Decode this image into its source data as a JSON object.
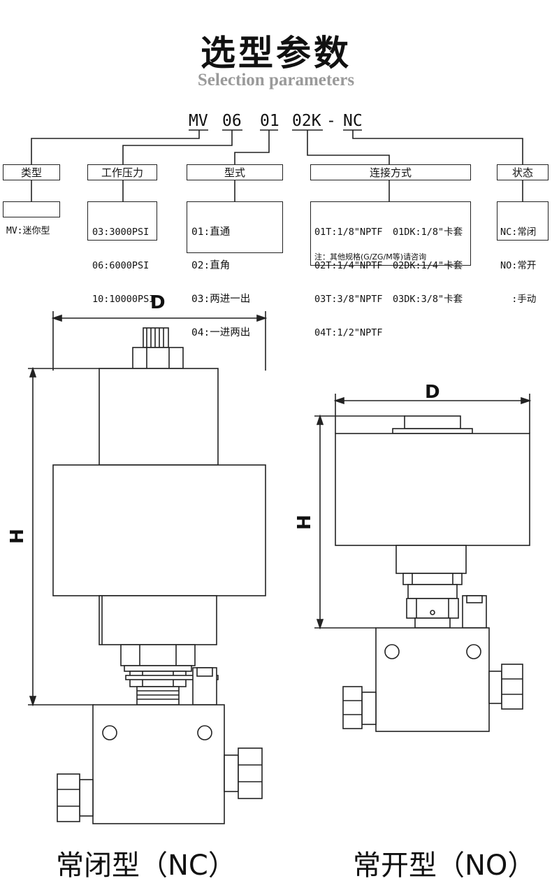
{
  "header": {
    "title": "选型参数",
    "subtitle": "Selection parameters"
  },
  "model_code": {
    "segments": [
      "MV",
      "06",
      "01",
      "02K",
      "-",
      "NC"
    ]
  },
  "params": [
    {
      "heading": "类型",
      "options": [
        "MV:迷你型"
      ]
    },
    {
      "heading": "工作压力",
      "options": [
        "03:3000PSI",
        "06:6000PSI",
        "10:10000PSI"
      ]
    },
    {
      "heading": "型式",
      "options": [
        "01:直通",
        "02:直角",
        "03:两进一出",
        "04:一进两出"
      ]
    },
    {
      "heading": "连接方式",
      "options_left": [
        "01T:1/8\"NPTF",
        "02T:1/4\"NPTF",
        "03T:3/8\"NPTF",
        "04T:1/2\"NPTF"
      ],
      "options_right": [
        "01DK:1/8\"卡套",
        "02DK:1/4\"卡套",
        "03DK:3/8\"卡套"
      ],
      "note": "注：其他规格(G/ZG/M等)请咨询"
    },
    {
      "heading": "状态",
      "options": [
        "NC:常闭",
        "NO:常开",
        "  :手动"
      ]
    }
  ],
  "drawings": {
    "nc": {
      "width_label": "D",
      "height_label": "H",
      "caption": "常闭型（NC）"
    },
    "no": {
      "width_label": "D",
      "height_label": "H",
      "caption": "常开型（NO）"
    }
  }
}
